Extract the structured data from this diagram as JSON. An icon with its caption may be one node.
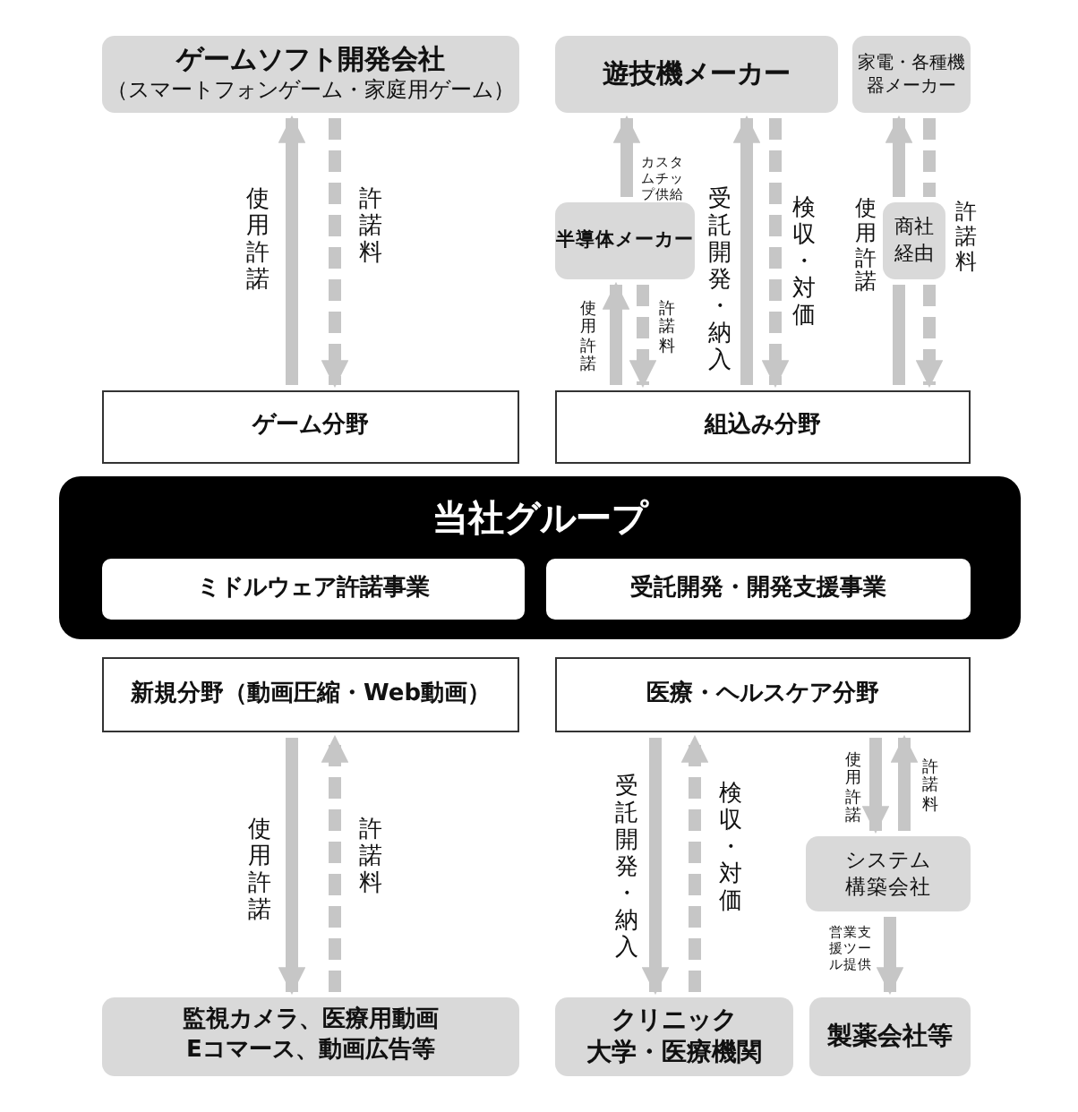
{
  "diagram": {
    "nodes": [
      {
        "text": [
          "ゲームソフト開発会社",
          "（スマートフォンゲーム・家庭用ゲーム）"
        ]
      },
      {
        "text": [
          "遊技機メーカー"
        ]
      },
      {
        "text": [
          "家電・各種機器メーカー"
        ]
      },
      {
        "text": [
          "半導体メーカー"
        ]
      },
      {
        "text": [
          "商社経由"
        ]
      },
      {
        "text": [
          "ゲーム分野"
        ]
      },
      {
        "text": [
          "組込み分野"
        ]
      },
      {
        "text": [
          "当社グループ"
        ]
      },
      {
        "text": [
          "ミドルウェア許諾事業"
        ],
        "in": 7
      },
      {
        "text": [
          "受託開発・開発支援事業"
        ],
        "in": 7
      },
      {
        "text": [
          "新規分野（動画圧縮・Web動画）"
        ]
      },
      {
        "text": [
          "医療・ヘルスケア分野"
        ]
      },
      {
        "text": [
          "システム構築会社"
        ]
      },
      {
        "text": [
          "監視カメラ、医療用動画 Eコマース、動画広告等"
        ]
      },
      {
        "text": [
          "クリニック",
          "大学・医療機関"
        ]
      },
      {
        "text": [
          "製薬会社等"
        ]
      }
    ],
    "edges": [
      {
        "from": 5,
        "to": 0,
        "arrow": "to",
        "label": "使用許諾"
      },
      {
        "from": 0,
        "to": 5,
        "arrow": "to",
        "label": "許諾料",
        "style": "dashed"
      },
      {
        "from": 3,
        "to": 1,
        "arrow": "to",
        "label": "カスタムチップ供給"
      },
      {
        "from": 6,
        "to": 1,
        "arrow": "to",
        "label": "受託開発・納入"
      },
      {
        "from": 1,
        "to": 6,
        "arrow": "to",
        "label": "検収・対価",
        "style": "dashed"
      },
      {
        "from": 6,
        "to": 3,
        "arrow": "to",
        "label": "使用許諾"
      },
      {
        "from": 3,
        "to": 6,
        "arrow": "to",
        "label": "許諾料",
        "style": "dashed"
      },
      {
        "from": 6,
        "to": 4,
        "arrow": "none",
        "label": "使用許諾"
      },
      {
        "from": 4,
        "to": 2,
        "arrow": "to"
      },
      {
        "from": 2,
        "to": 4,
        "arrow": "none",
        "label": "許諾料",
        "style": "dashed"
      },
      {
        "from": 4,
        "to": 6,
        "arrow": "to",
        "style": "dashed"
      },
      {
        "from": 10,
        "to": 13,
        "arrow": "to",
        "label": "使用許諾"
      },
      {
        "from": 13,
        "to": 10,
        "arrow": "to",
        "label": "許諾料",
        "style": "dashed"
      },
      {
        "from": 11,
        "to": 14,
        "arrow": "to",
        "label": "受託開発・納入"
      },
      {
        "from": 14,
        "to": 11,
        "arrow": "to",
        "label": "検収・対価",
        "style": "dashed"
      },
      {
        "from": 11,
        "to": 12,
        "arrow": "to",
        "label": "使用許諾"
      },
      {
        "from": 12,
        "to": 11,
        "arrow": "to",
        "label": "許諾料"
      },
      {
        "from": 12,
        "to": 15,
        "arrow": "to",
        "label": "営業支援ツール提供"
      }
    ]
  }
}
